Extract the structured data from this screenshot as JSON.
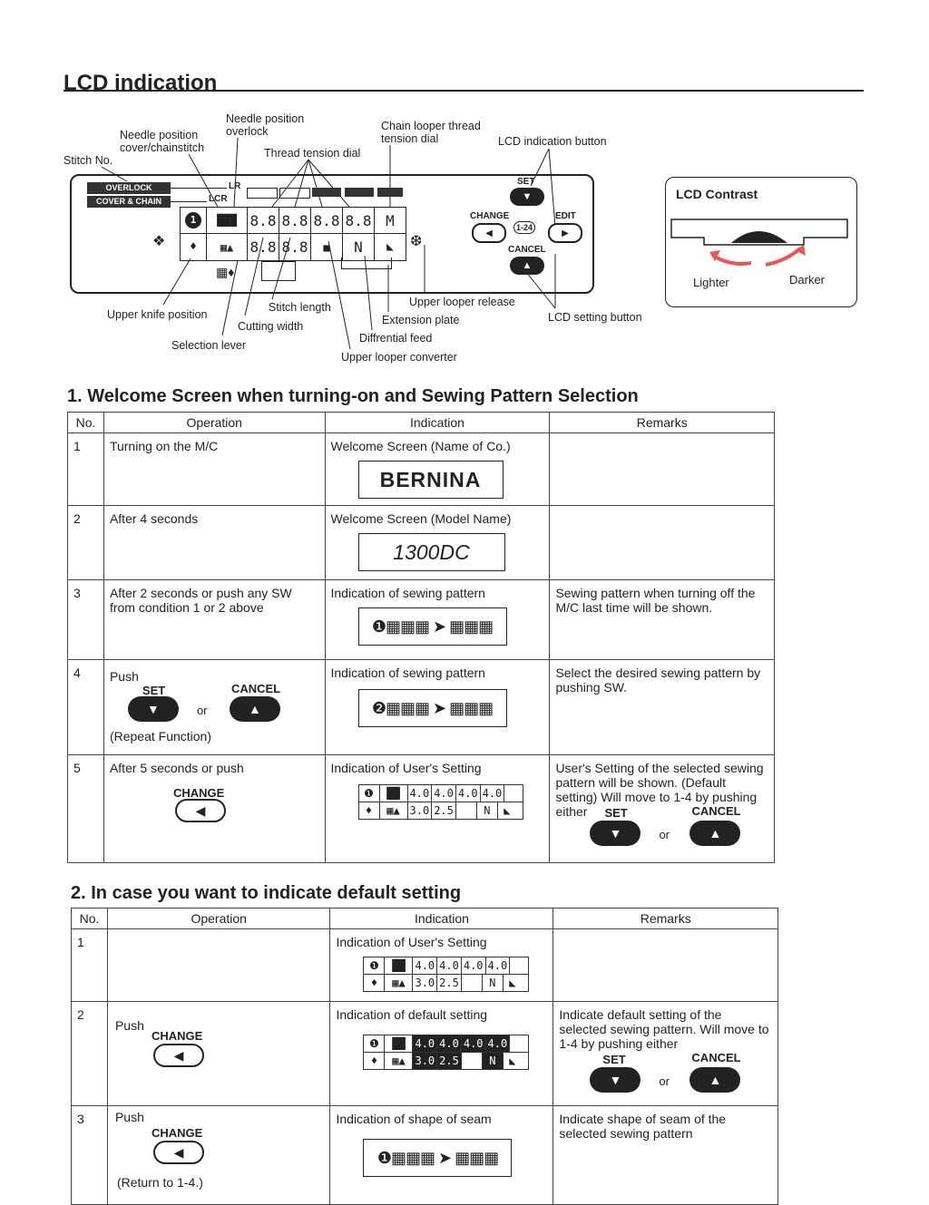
{
  "title": "LCD indication",
  "diagram": {
    "labels": {
      "stitch_no": "Stitch No.",
      "needle_cover": "Needle position\ncover/chainstitch",
      "needle_overlock": "Needle position\noverlock",
      "thread_tension": "Thread tension dial",
      "chain_looper": "Chain looper thread\ntension dial",
      "lcd_button": "LCD indication button",
      "upper_knife": "Upper knife position",
      "stitch_length": "Stitch length",
      "cutting_width": "Cutting width",
      "selection_lever": "Selection lever",
      "upper_looper_release": "Upper looper release",
      "extension_plate": "Extension plate",
      "diff_feed": "Diffrential feed",
      "upper_looper_converter": "Upper looper converter",
      "lcd_setting": "LCD setting button"
    },
    "panel": {
      "overlock": "OVERLOCK",
      "cover_chain": "COVER & CHAIN",
      "lr": "LR",
      "lcr": "LCR",
      "digits": "8.8",
      "m": "M",
      "n": "N",
      "set": "SET",
      "change": "CHANGE",
      "edit": "EDIT",
      "cancel": "CANCEL",
      "range": "1-24"
    },
    "contrast": {
      "title": "LCD Contrast",
      "lighter": "Lighter",
      "darker": "Darker"
    }
  },
  "section1": {
    "heading": "1. Welcome Screen when turning-on and Sewing Pattern Selection",
    "headers": [
      "No.",
      "Operation",
      "Indication",
      "Remarks"
    ],
    "rows": [
      {
        "no": "1",
        "op": "Turning on the M/C",
        "ind": "Welcome Screen (Name of Co.)",
        "display": "BERNINA",
        "rem": ""
      },
      {
        "no": "2",
        "op": "After 4 seconds",
        "ind": "Welcome Screen (Model Name)",
        "display": "1300DC",
        "rem": ""
      },
      {
        "no": "3",
        "op": "After 2 seconds or push any SW from condition 1 or 2 above",
        "ind": "Indication of sewing pattern",
        "rem": "Sewing pattern when turning off the M/C last time will be shown."
      },
      {
        "no": "4",
        "op": "Push",
        "op2": "(Repeat Function)",
        "set": "SET",
        "cancel": "CANCEL",
        "or": "or",
        "ind": "Indication of sewing pattern",
        "rem": "Select the desired sewing pattern by pushing SW."
      },
      {
        "no": "5",
        "op": "After 5 seconds or push",
        "change": "CHANGE",
        "ind": "Indication of User's Setting",
        "rem": "User's Setting of the selected sewing pattern will be shown. (Default setting) Will move to 1-4 by pushing either",
        "set": "SET",
        "cancel": "CANCEL",
        "or": "or"
      }
    ]
  },
  "section2": {
    "heading": "2. In case you want to indicate default setting",
    "headers": [
      "No.",
      "Operation",
      "Indication",
      "Remarks"
    ],
    "rows": [
      {
        "no": "1",
        "op": "",
        "ind": "Indication of User's Setting",
        "rem": ""
      },
      {
        "no": "2",
        "op": "Push",
        "change": "CHANGE",
        "ind": "Indication of default setting",
        "rem": "Indicate default setting of the selected sewing pattern. Will move to 1-4 by pushing either",
        "set": "SET",
        "cancel": "CANCEL",
        "or": "or"
      },
      {
        "no": "3",
        "op": "Push",
        "change": "CHANGE",
        "op2": "(Return to 1-4.)",
        "ind": "Indication of shape of seam",
        "rem": "Indicate shape of seam of the selected sewing pattern"
      }
    ]
  },
  "lcd_values": {
    "top": [
      "4.0",
      "4.0",
      "4.0",
      "4.0"
    ],
    "bottom": [
      "3.0",
      "2.5",
      "N"
    ]
  }
}
